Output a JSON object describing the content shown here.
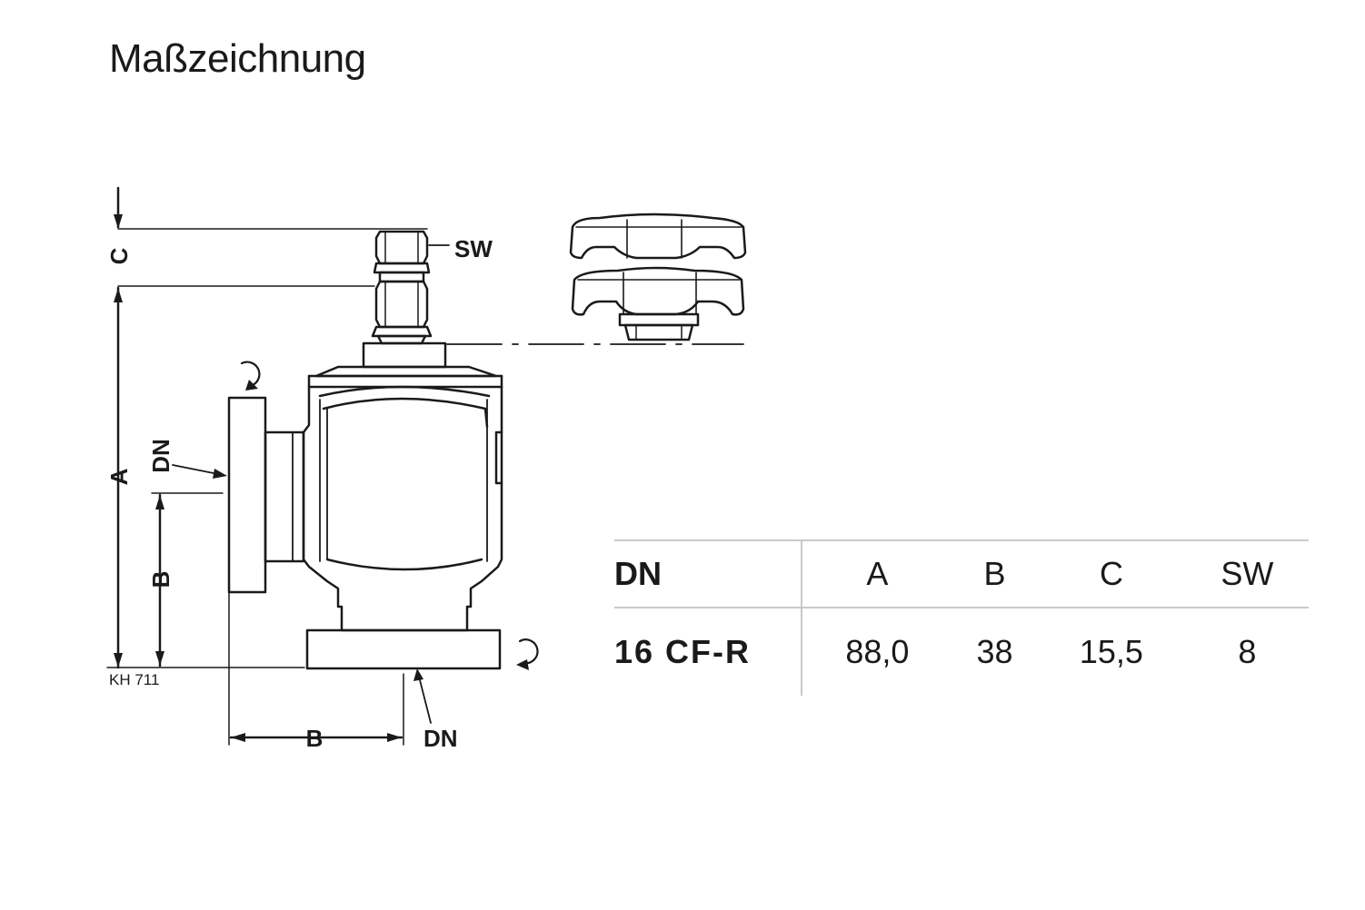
{
  "page": {
    "title": "Maßzeichnung"
  },
  "drawing": {
    "labels": {
      "sw": "SW",
      "c": "C",
      "a": "A",
      "b_vertical": "B",
      "b_horizontal": "B",
      "dn_side": "DN",
      "dn_bottom": "DN",
      "drawing_code": "KH 711"
    }
  },
  "table": {
    "headers": [
      "DN",
      "A",
      "B",
      "C",
      "SW"
    ],
    "rows": [
      [
        "16 CF-R",
        "88,0",
        "38",
        "15,5",
        "8"
      ]
    ]
  }
}
